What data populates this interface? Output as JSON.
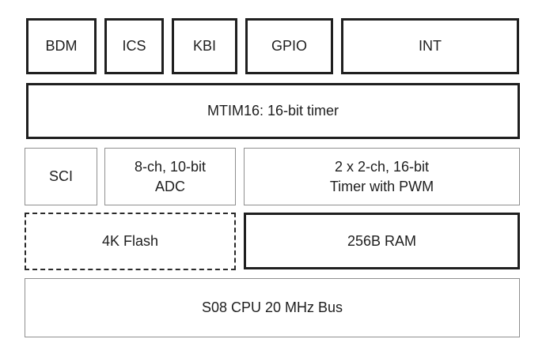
{
  "blocks": {
    "bdm": "BDM",
    "ics": "ICS",
    "kbi": "KBI",
    "gpio": "GPIO",
    "int": "INT",
    "mtim": "MTIM16: 16-bit timer",
    "sci": "SCI",
    "adc": {
      "line1": "8-ch, 10-bit",
      "line2": "ADC"
    },
    "timer": {
      "line1": "2 x 2-ch, 16-bit",
      "line2": "Timer with PWM"
    },
    "flash": "4K Flash",
    "ram": "256B RAM",
    "cpu": "S08 CPU 20 MHz Bus"
  },
  "colors": {
    "thick_border": "#1f1f1f",
    "thin_border": "#8f8f8f",
    "text": "#1e1e1e",
    "background": "#ffffff"
  }
}
